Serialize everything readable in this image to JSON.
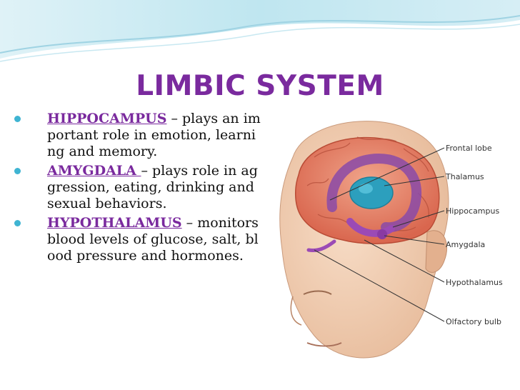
{
  "slide": {
    "title": "LIMBIC SYSTEM",
    "bullets": [
      {
        "term": "HIPPOCAMPUS",
        "text": " – plays an important role in emotion, learning and memory."
      },
      {
        "term": "AMYGDALA ",
        "text": "– plays role in aggression, eating, drinking and sexual behaviors."
      },
      {
        "term": "HYPOTHALAMUS",
        "text": " – monitors blood levels of glucose, salt, blood pressure and hormones."
      }
    ]
  },
  "illustration": {
    "labels": {
      "frontal_lobe": "Frontal lobe",
      "thalamus": "Thalamus",
      "hippocampus": "Hippocampus",
      "amygdala": "Amygdala",
      "hypothalamus": "Hypothalamus",
      "olfactory_bulb": "Olfactory bulb"
    }
  },
  "colors": {
    "title": "#7a2a9e",
    "bullet_dot": "#3fb4d2",
    "wave": "#bfe6f0"
  }
}
